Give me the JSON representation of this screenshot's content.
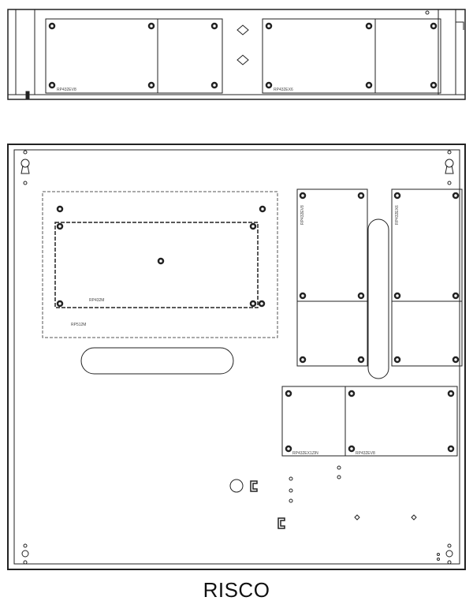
{
  "brand": "RISCO",
  "labels": {
    "inner_board": "RP432M",
    "outer_board": "RP512M",
    "module_1": "RP432EV8",
    "module_2": "RP432EX6",
    "bottom_module_1": "RP432EX1ZIN",
    "bottom_module_2": "RP432EV8",
    "top_panel_1": "RP432EV8",
    "top_panel_2": "RP432EX6"
  }
}
